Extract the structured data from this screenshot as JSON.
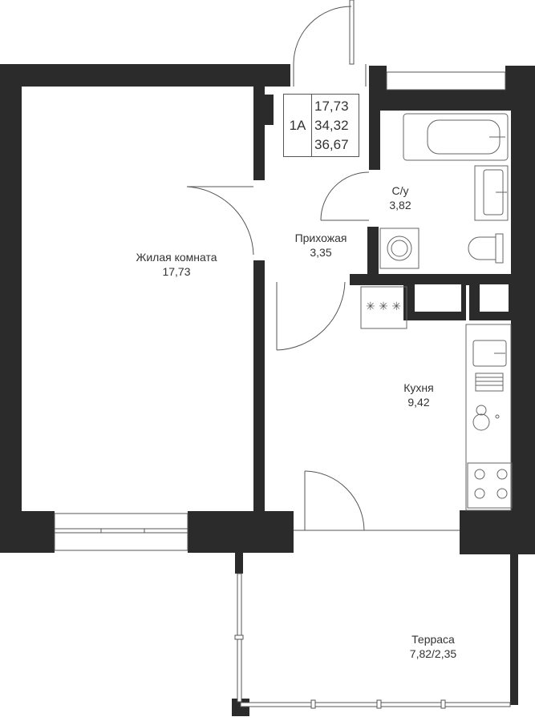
{
  "apartment": {
    "type": "1А",
    "areas": [
      "17,73",
      "34,32",
      "36,67"
    ]
  },
  "rooms": {
    "living": {
      "name": "Жилая комната",
      "area": "17,73"
    },
    "hall": {
      "name": "Прихожая",
      "area": "3,35"
    },
    "bathroom": {
      "name": "С/у",
      "area": "3,82"
    },
    "kitchen": {
      "name": "Кухня",
      "area": "9,42"
    },
    "terrace": {
      "name": "Терраса",
      "area": "7,82/2,35"
    }
  },
  "colors": {
    "wall": "#2b2b2b",
    "line": "#555555",
    "text": "#333333",
    "fixture": "#666666"
  }
}
